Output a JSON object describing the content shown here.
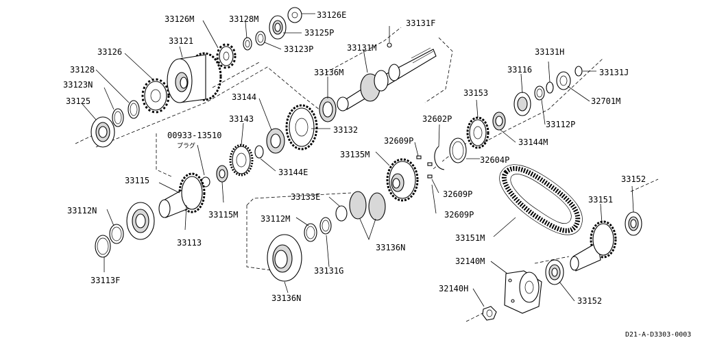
{
  "labels": {
    "p33126M": "33126M",
    "p33128M": "33128M",
    "p33126E": "33126E",
    "p33125P": "33125P",
    "p33123P": "33123P",
    "p33121": "33121",
    "p33126": "33126",
    "p33128": "33128",
    "p33123N": "33123N",
    "p33125": "33125",
    "p33131F": "33131F",
    "p33131M": "33131M",
    "p33136M": "33136M",
    "p33144": "33144",
    "p33143": "33143",
    "p33132": "33132",
    "p00933_13510": "00933-13510",
    "plug_jp": "プラグ",
    "p33144E": "33144E",
    "p33115": "33115",
    "p33115M": "33115M",
    "p33112N": "33112N",
    "p33113": "33113",
    "p33113F": "33113F",
    "p33135M": "33135M",
    "p32609P_top": "32609P",
    "p32602P": "32602P",
    "p32604P": "32604P",
    "p32609P_mid": "32609P",
    "p32609P_low": "32609P",
    "p33133E": "33133E",
    "p33112M": "33112M",
    "p33131G": "33131G",
    "p33136N_lower": "33136N",
    "p33136N": "33136N",
    "p33131H": "33131H",
    "p33116": "33116",
    "p33131J": "33131J",
    "p32701M": "32701M",
    "p33153": "33153",
    "p33112P": "33112P",
    "p33144M": "33144M",
    "p33152_top": "33152",
    "p33151": "33151",
    "p33151M": "33151M",
    "p32140M": "32140M",
    "p32140H": "32140H",
    "p33152_bottom": "33152",
    "diagram_code": "D21-A-D3303-0003"
  }
}
